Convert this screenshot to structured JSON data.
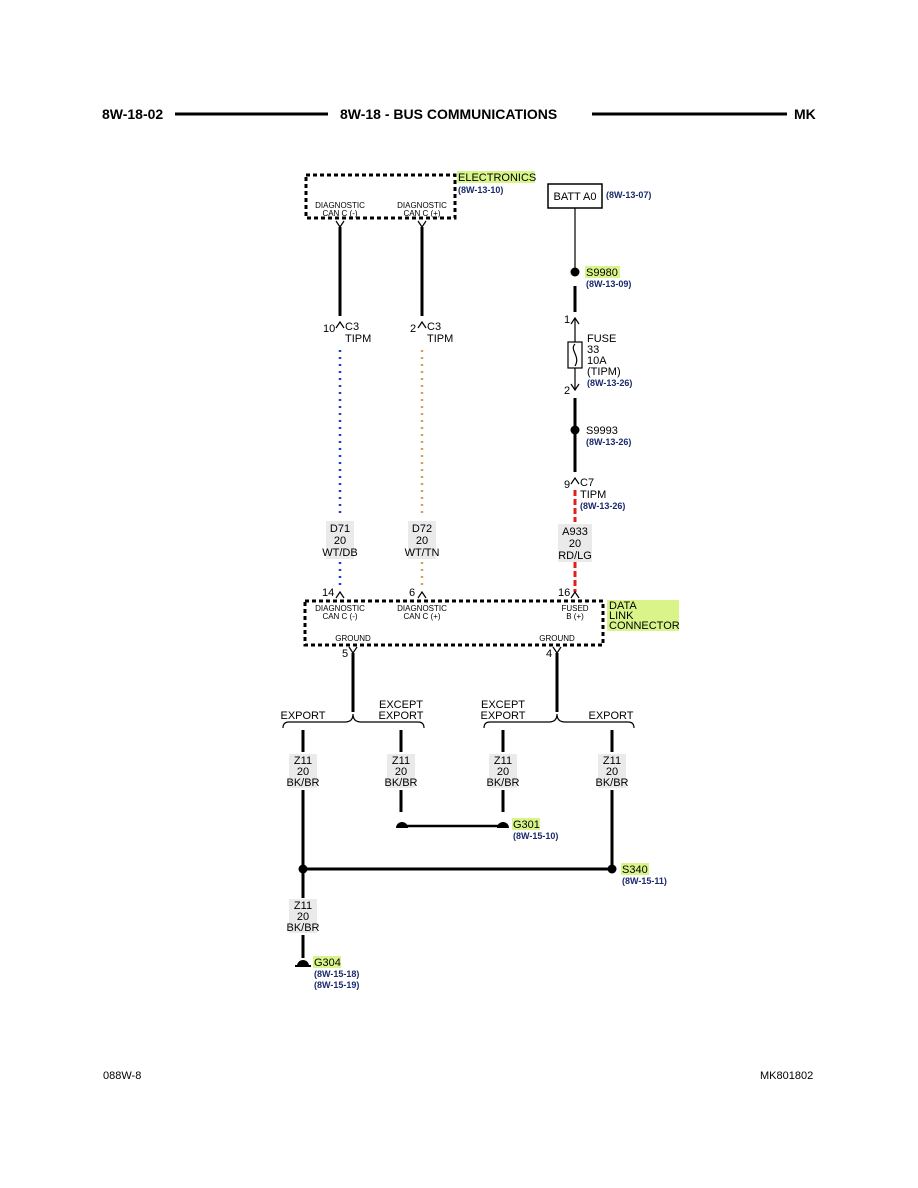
{
  "header": {
    "left": "8W-18-02",
    "center": "8W-18 - BUS COMMUNICATIONS",
    "right": "MK"
  },
  "footer": {
    "left": "088W-8",
    "right": "MK801802"
  },
  "electronics": {
    "label": "ELECTRONICS",
    "ref": "(8W-13-10)",
    "pin_left_1": "DIAGNOSTIC",
    "pin_left_2": "CAN C (-)",
    "pin_right_1": "DIAGNOSTIC",
    "pin_right_2": "CAN C (+)"
  },
  "batt": {
    "label": "BATT A0",
    "ref": "(8W-13-07)"
  },
  "s9980": {
    "label": "S9980",
    "ref": "(8W-13-09)"
  },
  "fuse": {
    "pin_top": "1",
    "pin_bottom": "2",
    "l1": "FUSE",
    "l2": "33",
    "l3": "10A",
    "l4": "(TIPM)",
    "ref": "(8W-13-26)"
  },
  "s9993": {
    "label": "S9993",
    "ref": "(8W-13-26)"
  },
  "c7": {
    "pin": "9",
    "name": "C7",
    "sub": "TIPM",
    "ref": "(8W-13-26)"
  },
  "c3a": {
    "pin": "10",
    "name": "C3",
    "sub": "TIPM"
  },
  "c3b": {
    "pin": "2",
    "name": "C3",
    "sub": "TIPM"
  },
  "wire_d71": {
    "circuit": "D71",
    "gauge": "20",
    "color": "WT/DB"
  },
  "wire_d72": {
    "circuit": "D72",
    "gauge": "20",
    "color": "WT/TN"
  },
  "wire_a933": {
    "circuit": "A933",
    "gauge": "20",
    "color": "RD/LG"
  },
  "dlc": {
    "l1": "DATA",
    "l2": "LINK",
    "l3": "CONNECTOR",
    "pin14": "14",
    "pin6": "6",
    "pin16": "16",
    "pin5": "5",
    "pin4": "4",
    "can_minus_1": "DIAGNOSTIC",
    "can_minus_2": "CAN C (-)",
    "can_plus_1": "DIAGNOSTIC",
    "can_plus_2": "CAN C (+)",
    "fused_1": "FUSED",
    "fused_2": "B (+)",
    "ground_left": "GROUND",
    "ground_right": "GROUND"
  },
  "branches": {
    "export": "EXPORT",
    "except_1": "EXCEPT",
    "except_2": "EXPORT"
  },
  "z11": {
    "circuit": "Z11",
    "gauge": "20",
    "color": "BK/BR"
  },
  "g301": {
    "label": "G301",
    "ref": "(8W-15-10)"
  },
  "s340": {
    "label": "S340",
    "ref": "(8W-15-11)"
  },
  "g304": {
    "label": "G304",
    "ref1": "(8W-15-18)",
    "ref2": "(8W-15-19)"
  },
  "colors": {
    "highlight": "#d9f58a",
    "ref_text": "#1a2a6c",
    "wire_blue": "#1f3cc7",
    "wire_tan": "#d1a160",
    "wire_red": "#e02020"
  }
}
